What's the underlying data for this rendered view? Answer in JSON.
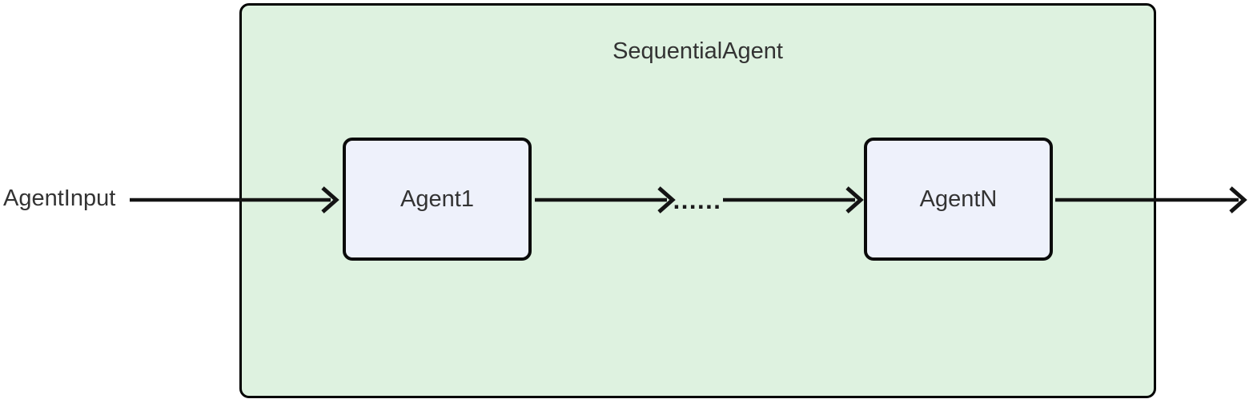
{
  "diagram": {
    "type": "flowchart-left-to-right",
    "container": {
      "label": "SequentialAgent",
      "fill": "#def2e0",
      "border_color": "#000000"
    },
    "input_label": "AgentInput",
    "nodes": [
      {
        "id": "agent1",
        "label": "Agent1",
        "fill": "#eef1fb",
        "border_color": "#0b0b0b"
      },
      {
        "id": "agentN",
        "label": "AgentN",
        "fill": "#eef1fb",
        "border_color": "#0b0b0b"
      }
    ],
    "edge_dots_label": "......",
    "edges": [
      {
        "from": "AgentInput",
        "to": "Agent1",
        "label": ""
      },
      {
        "from": "Agent1",
        "to": "AgentN",
        "label": "......"
      },
      {
        "from": "AgentN",
        "to": "",
        "label": ""
      }
    ],
    "colors": {
      "background": "#ffffff",
      "arrow": "#141414",
      "text": "#333333"
    }
  }
}
